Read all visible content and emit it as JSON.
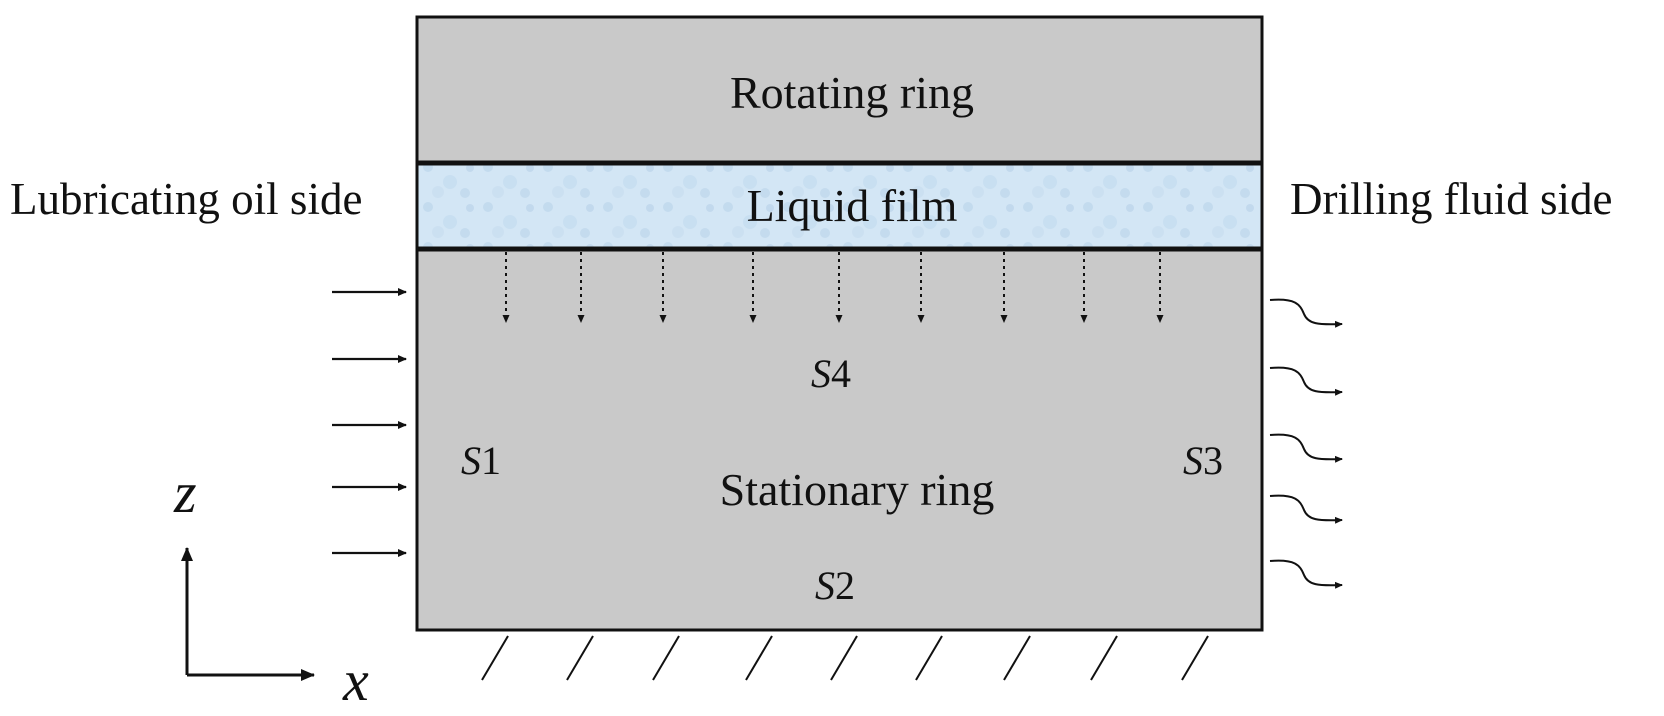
{
  "labels": {
    "rotating_ring": "Rotating ring",
    "liquid_film": "Liquid film",
    "stationary_ring": "Stationary ring",
    "left_side": "Lubricating oil side",
    "right_side": "Drilling fluid side"
  },
  "surfaces": {
    "s1": {
      "letter": "S",
      "number": "1"
    },
    "s2": {
      "letter": "S",
      "number": "2"
    },
    "s3": {
      "letter": "S",
      "number": "3"
    },
    "s4": {
      "letter": "S",
      "number": "4"
    }
  },
  "axes": {
    "z": "z",
    "x": "x"
  },
  "colors": {
    "ring_fill": "#c9c9c9",
    "film_fill": "#cfe3f3",
    "film_speckle": "#b9d3ea",
    "stroke": "#111111"
  }
}
